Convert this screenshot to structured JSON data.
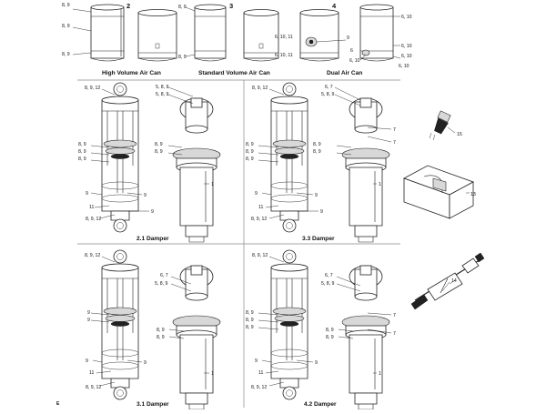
{
  "captions": {
    "high_volume": "High Volume Air Can",
    "standard_volume": "Standard Volume Air Can",
    "dual": "Dual Air Can",
    "damper_21": "2.1 Damper",
    "damper_33": "3.3 Damper",
    "damper_31": "3.1 Damper",
    "damper_42": "4.2 Damper"
  },
  "section_numbers": {
    "s2": "2",
    "s3": "3",
    "s4": "4"
  },
  "labels": {
    "l89": "8, 9",
    "l589": "5, 8, 9",
    "l8912": "8, 9, 12",
    "l67": "6, 7",
    "l610": "6, 10",
    "l61011": "6, 10, 11",
    "l6": "6",
    "l7": "7",
    "l9": "9",
    "l11": "11",
    "l1": "1",
    "l13": "13",
    "l14": "14",
    "l15": "15"
  },
  "corner_mark": "E"
}
